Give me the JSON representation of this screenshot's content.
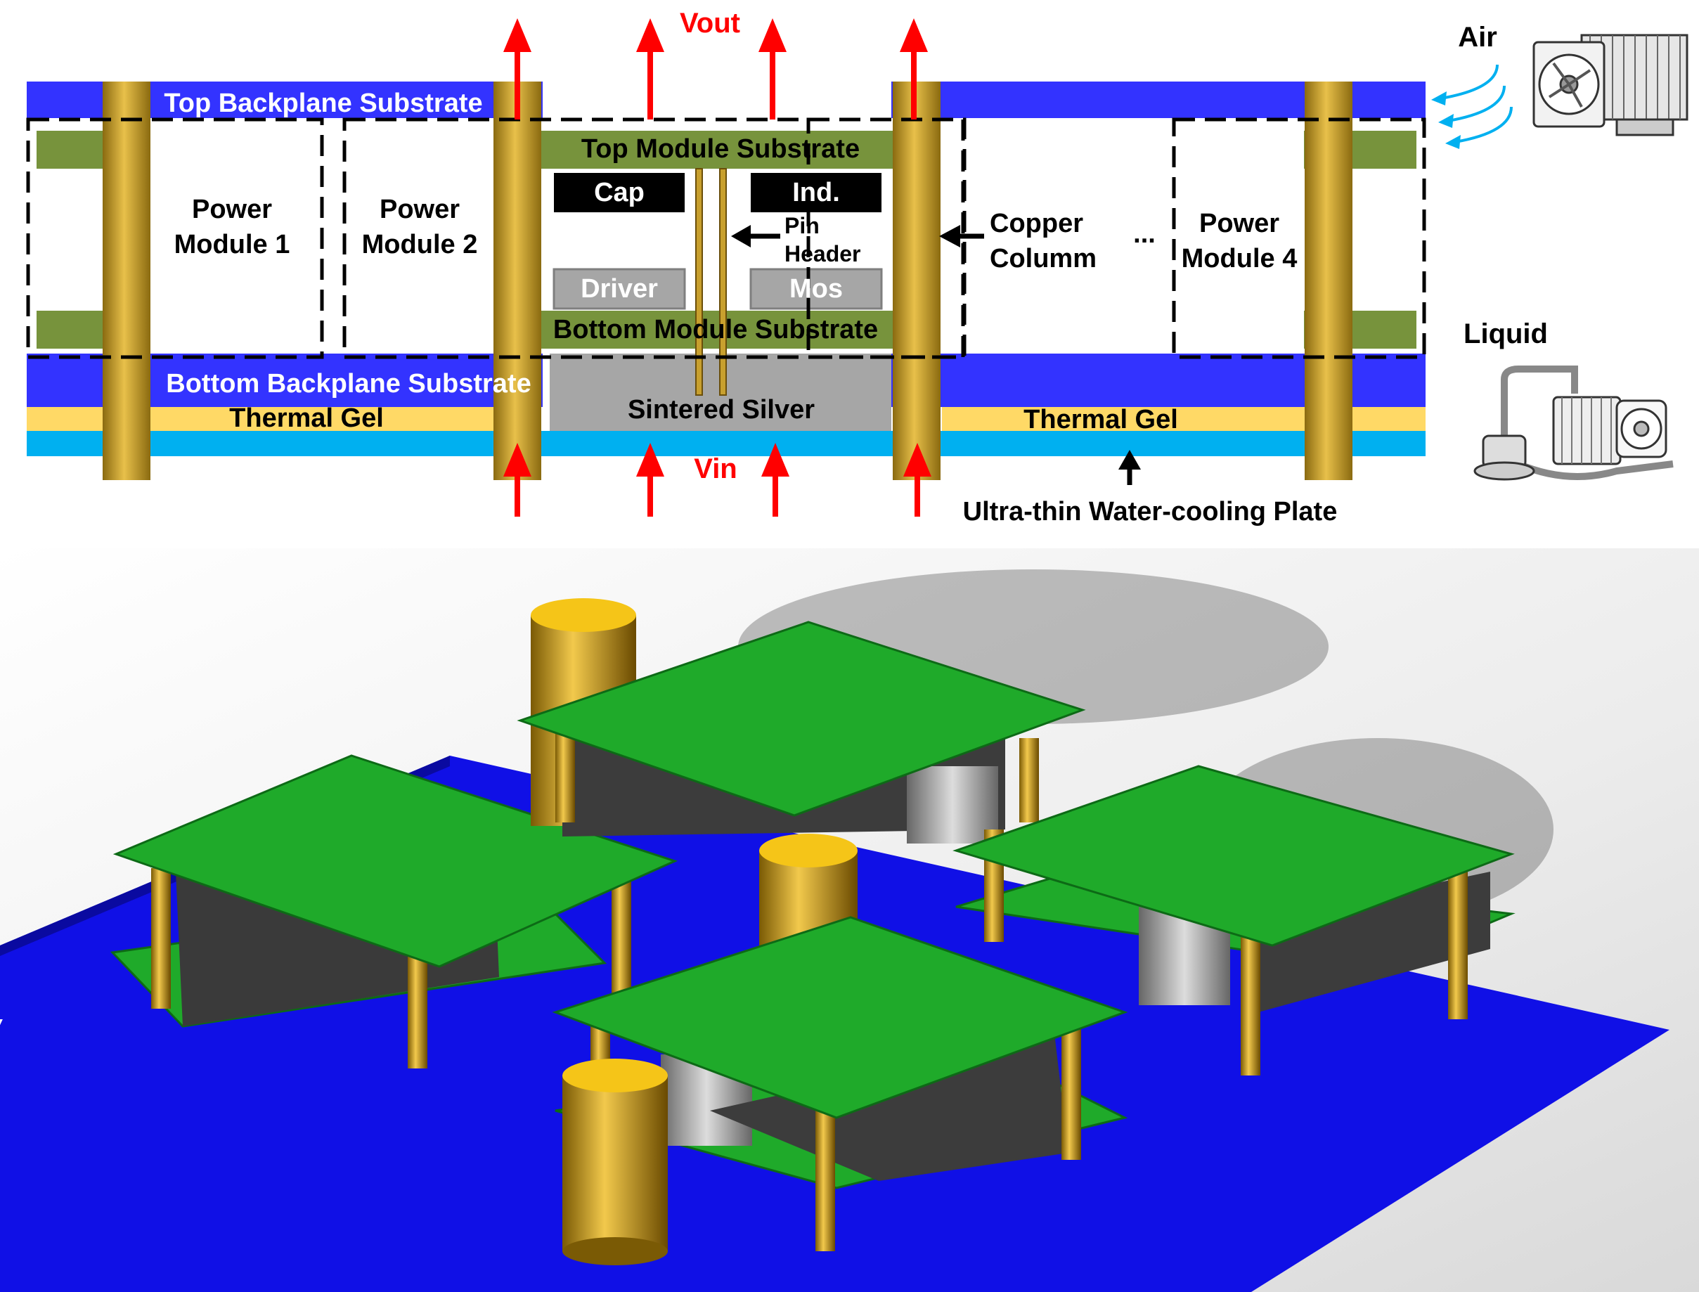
{
  "labels": {
    "vout": "Vout",
    "vin": "Vin",
    "air": "Air",
    "liquid": "Liquid",
    "top_backplane": "Top Backplane Substrate",
    "bottom_backplane": "Bottom Backplane Substrate",
    "top_module_substrate": "Top Module Substrate",
    "bottom_module_substrate": "Bottom Module Substrate",
    "cap": "Cap",
    "ind": "Ind.",
    "driver": "Driver",
    "mos": "Mos",
    "pin": "Pin",
    "header": "Header",
    "power": "Power",
    "module1": "Module 1",
    "module2": "Module 2",
    "module4": "Module 4",
    "copper": "Copper",
    "column": "Columm",
    "ellipsis": "...",
    "thermal_gel_left": "Thermal Gel",
    "thermal_gel_right": "Thermal Gel",
    "sintered_silver": "Sintered Silver",
    "water_plate": "Ultra-thin Water-cooling Plate"
  },
  "colors": {
    "backplane": "#3333ff",
    "module_substrate": "#77933c",
    "copper": "#c8a02e",
    "copper_dark": "#8a6a10",
    "thermal_gel": "#ffd966",
    "water_plate": "#00b0f0",
    "sintered_silver": "#a6a6a6",
    "component_black": "#000000",
    "component_grey": "#a6a6a6",
    "arrow_red": "#ff0000",
    "arrow_blue": "#00b0f0",
    "pcb_green": "#1faa2a",
    "board_blue": "#1010e6"
  },
  "icons": [
    "air-cooler-icon",
    "liquid-cooler-icon"
  ]
}
